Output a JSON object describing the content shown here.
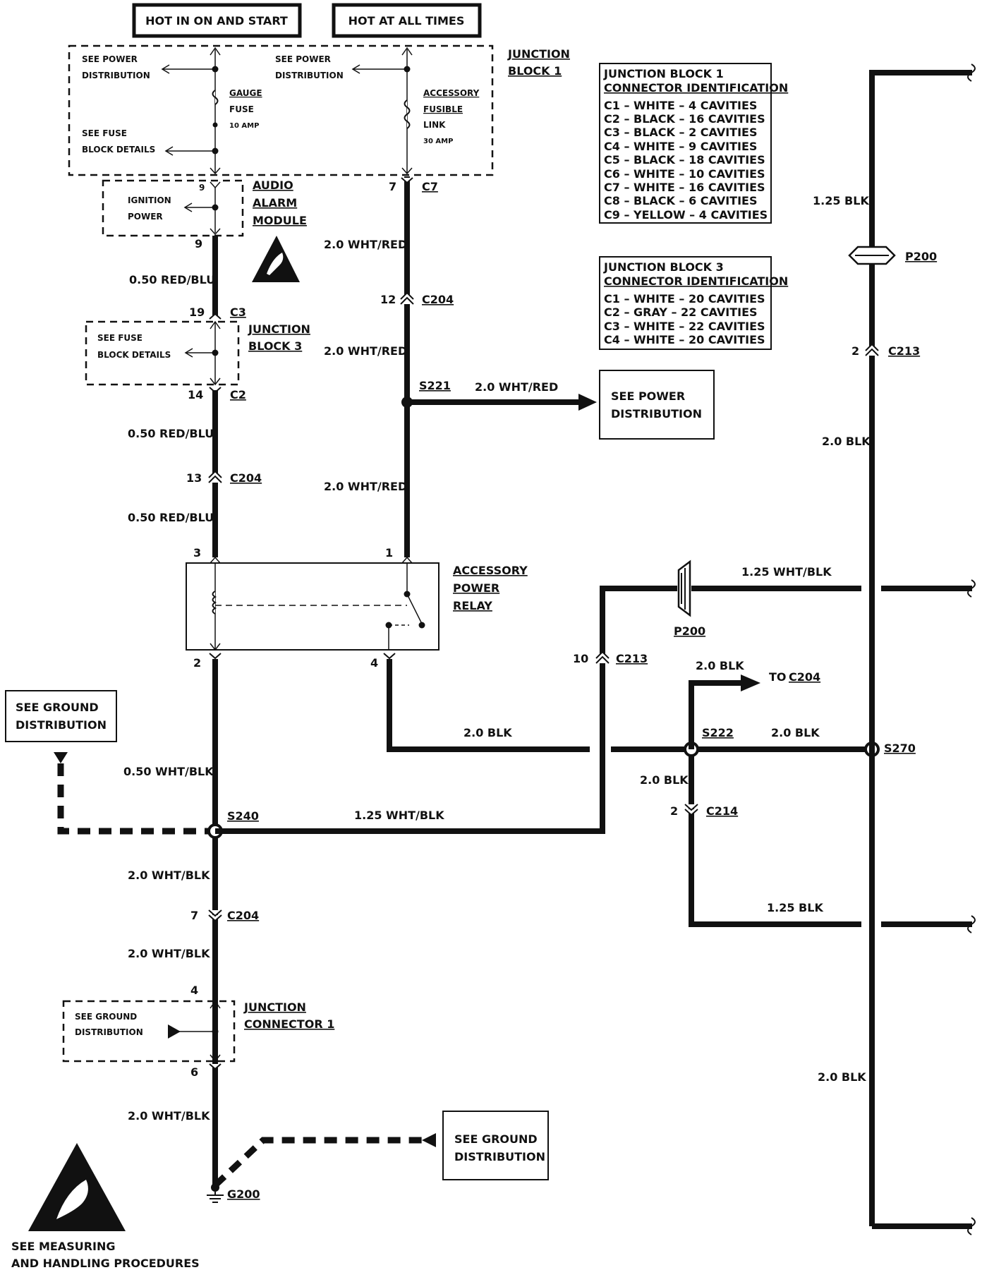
{
  "header": {
    "hot_run_start": "HOT IN ON AND START",
    "hot_all_times": "HOT AT ALL TIMES"
  },
  "junction_block_1": {
    "name_line1": "JUNCTION",
    "name_line2": "BLOCK 1",
    "see_power_left_1": "SEE POWER",
    "see_power_left_2": "DISTRIBUTION",
    "see_power_mid_1": "SEE POWER",
    "see_power_mid_2": "DISTRIBUTION",
    "see_fuse_1": "SEE FUSE",
    "see_fuse_2": "BLOCK DETAILS",
    "gauge_fuse_1": "GAUGE",
    "gauge_fuse_2": "FUSE",
    "gauge_fuse_amp": "10 AMP",
    "acc_link_1": "ACCESSORY",
    "acc_link_2": "FUSIBLE",
    "acc_link_3": "LINK",
    "acc_link_amp": "30 AMP",
    "pin_9": "9",
    "pin_7": "7",
    "conn_c7": "C7"
  },
  "audio_alarm_module": {
    "ign_1": "IGNITION",
    "ign_2": "POWER",
    "pin_top": "9",
    "pin_bottom": "9",
    "name_1": "AUDIO",
    "name_2": "ALARM",
    "name_3": "MODULE"
  },
  "junction_block_3": {
    "see_fuse_1": "SEE FUSE",
    "see_fuse_2": "BLOCK DETAILS",
    "name_1": "JUNCTION",
    "name_2": "BLOCK 3",
    "pin_19": "19",
    "conn_c3": "C3",
    "pin_14": "14",
    "conn_c2": "C2"
  },
  "relay": {
    "name_1": "ACCESSORY",
    "name_2": "POWER",
    "name_3": "RELAY",
    "pin_3": "3",
    "pin_1": "1",
    "pin_2": "2",
    "pin_4": "4"
  },
  "wires": {
    "red_blu_1": "0.50 RED/BLU",
    "red_blu_2": "0.50 RED/BLU",
    "red_blu_3": "0.50 RED/BLU",
    "wht_red_1": "2.0 WHT/RED",
    "wht_red_2": "2.0 WHT/RED",
    "wht_red_3": "2.0 WHT/RED",
    "wht_red_s221": "2.0 WHT/RED",
    "wht_blk_050": "0.50 WHT/BLK",
    "wht_blk_125_s240": "1.25 WHT/BLK",
    "wht_blk_20_a": "2.0 WHT/BLK",
    "wht_blk_20_b": "2.0 WHT/BLK",
    "wht_blk_20_c": "2.0 WHT/BLK",
    "blk_relay": "2.0 BLK",
    "blk_s270": "2.0 BLK",
    "blk_to_c204": "2.0 BLK",
    "blk_c214": "2.0 BLK",
    "blk_125_bottom": "1.25 BLK",
    "wht_blk_125_p200": "1.25 WHT/BLK",
    "blk_125_top": "1.25 BLK",
    "blk_20_right_a": "2.0 BLK",
    "blk_20_right_b": "2.0 BLK"
  },
  "connectors": {
    "c204_12_pin": "12",
    "c204_12": "C204",
    "c204_13_pin": "13",
    "c204_13": "C204",
    "c204_7_pin": "7",
    "c204_7": "C204",
    "c213_10_pin": "10",
    "c213_10": "C213",
    "c213_2_pin": "2",
    "c213_2": "C213",
    "c214_2_pin": "2",
    "c214": "C214",
    "p200_top": "P200",
    "p200_mid": "P200"
  },
  "splices": {
    "s221": "S221",
    "s240": "S240",
    "s222": "S222",
    "s270": "S270"
  },
  "to_c204": {
    "prefix": "TO",
    "conn": "C204"
  },
  "boxes": {
    "power_dist_1": "SEE POWER",
    "power_dist_2": "DISTRIBUTION",
    "ground_dist_top_1": "SEE GROUND",
    "ground_dist_top_2": "DISTRIBUTION",
    "ground_dist_bottom_1": "SEE GROUND",
    "ground_dist_bottom_2": "DISTRIBUTION"
  },
  "junction_connector_1": {
    "see_ground_1": "SEE GROUND",
    "see_ground_2": "DISTRIBUTION",
    "name_1": "JUNCTION",
    "name_2": "CONNECTOR 1",
    "pin_4": "4",
    "pin_6": "6"
  },
  "ground": {
    "g200": "G200"
  },
  "esd_note": {
    "line1": "SEE MEASURING",
    "line2": "AND HANDLING PROCEDURES"
  },
  "jb1_table": {
    "title_1": "JUNCTION BLOCK 1",
    "title_2": "CONNECTOR IDENTIFICATION",
    "rows": [
      "C1 – WHITE – 4 CAVITIES",
      "C2 – BLACK – 16 CAVITIES",
      "C3 – BLACK – 2 CAVITIES",
      "C4 – WHITE – 9 CAVITIES",
      "C5 – BLACK – 18 CAVITIES",
      "C6 – WHITE – 10 CAVITIES",
      "C7 – WHITE – 16 CAVITIES",
      "C8 – BLACK – 6 CAVITIES",
      "C9 – YELLOW – 4 CAVITIES"
    ]
  },
  "jb3_table": {
    "title_1": "JUNCTION BLOCK 3",
    "title_2": "CONNECTOR IDENTIFICATION",
    "rows": [
      "C1 – WHITE – 20 CAVITIES",
      "C2 – GRAY – 22 CAVITIES",
      "C3 – WHITE – 22 CAVITIES",
      "C4 – WHITE – 20 CAVITIES"
    ]
  }
}
